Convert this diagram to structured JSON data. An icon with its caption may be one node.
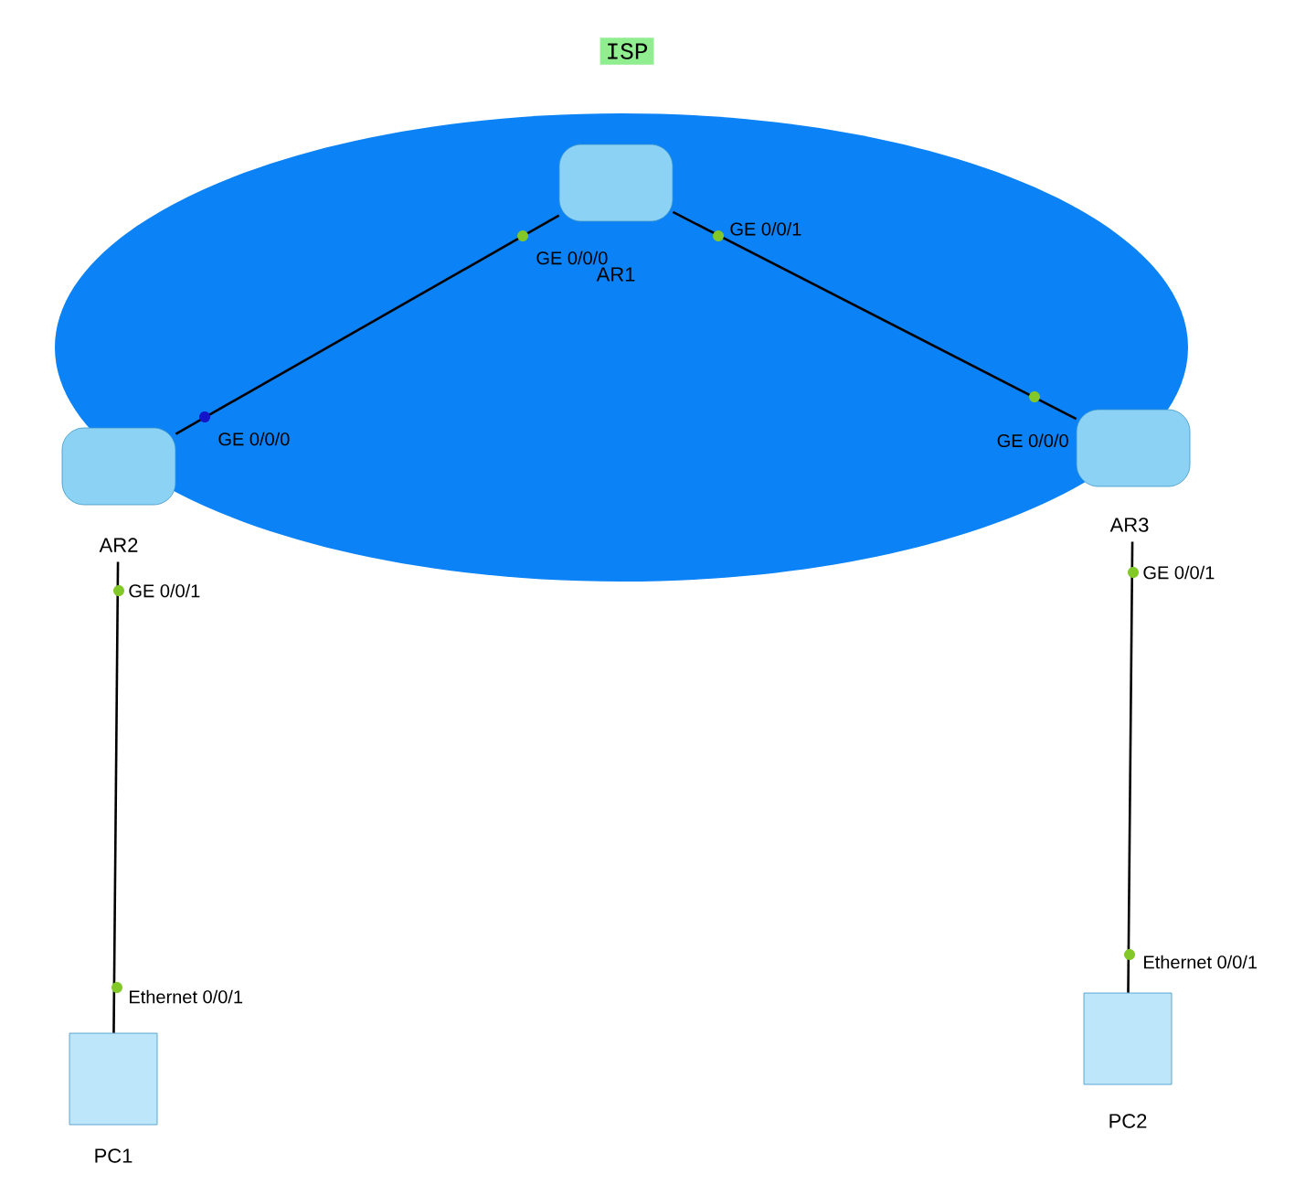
{
  "diagram": {
    "nodes": [
      {
        "text": [
          "ISP"
        ]
      },
      {
        "text": [
          "AR1"
        ],
        "in": 0,
        "beside": [
          "GE 0/0/0",
          "GE 0/0/1"
        ]
      },
      {
        "text": [
          "AR2"
        ],
        "beside": [
          "GE 0/0/0"
        ]
      },
      {
        "text": [
          "AR3"
        ],
        "beside": [
          "GE 0/0/0"
        ]
      },
      {
        "text": [
          "PC1"
        ],
        "beside": [
          "Ethernet 0/0/1"
        ]
      },
      {
        "text": [
          "PC2"
        ],
        "beside": [
          "Ethernet 0/0/1"
        ]
      }
    ],
    "edges": [
      {
        "from": 1,
        "to": 2,
        "arrow": "none"
      },
      {
        "from": 1,
        "to": 3,
        "arrow": "none"
      },
      {
        "from": 2,
        "to": 4,
        "arrow": "none"
      },
      {
        "from": 3,
        "to": 5,
        "arrow": "none"
      }
    ],
    "labels": [
      "GE 0/0/1",
      "GE 0/0/1"
    ]
  }
}
